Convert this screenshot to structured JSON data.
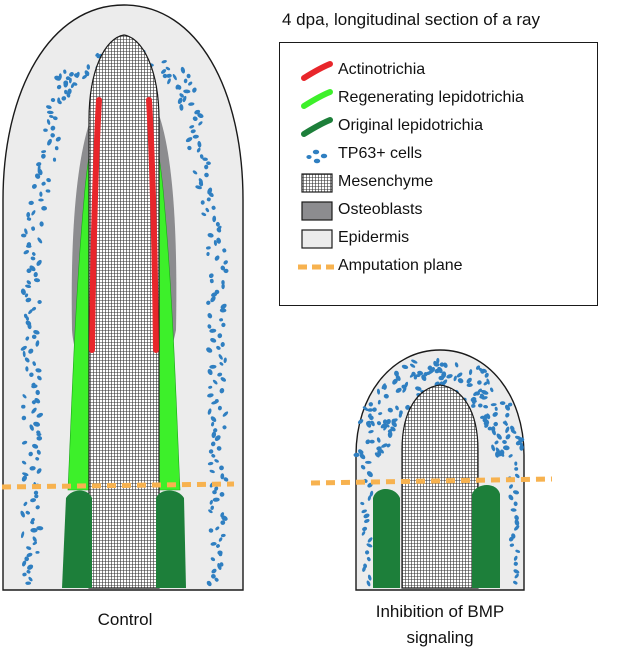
{
  "title": "4 dpa, longitudinal section of a ray",
  "legend": [
    {
      "key": "actinotrichia",
      "label": "Actinotrichia",
      "color": "#e8262b"
    },
    {
      "key": "regen-lepido",
      "label": "Regenerating lepidotrichia",
      "color": "#3df02a"
    },
    {
      "key": "orig-lepido",
      "label": "Original lepidotrichia",
      "color": "#1d7f3a"
    },
    {
      "key": "tp63",
      "label": "TP63+ cells",
      "color": "#2f7fc1"
    },
    {
      "key": "mesenchyme",
      "label": "Mesenchyme",
      "color": "#ffffff"
    },
    {
      "key": "osteoblasts",
      "label": "Osteoblasts",
      "color": "#8c8c8f"
    },
    {
      "key": "epidermis",
      "label": "Epidermis",
      "color": "#ececec"
    },
    {
      "key": "amputation",
      "label": "Amputation plane",
      "color": "#f7b24f"
    }
  ],
  "captions": {
    "control": "Control",
    "bmp_line1": "Inhibition of BMP",
    "bmp_line2": "signaling"
  }
}
